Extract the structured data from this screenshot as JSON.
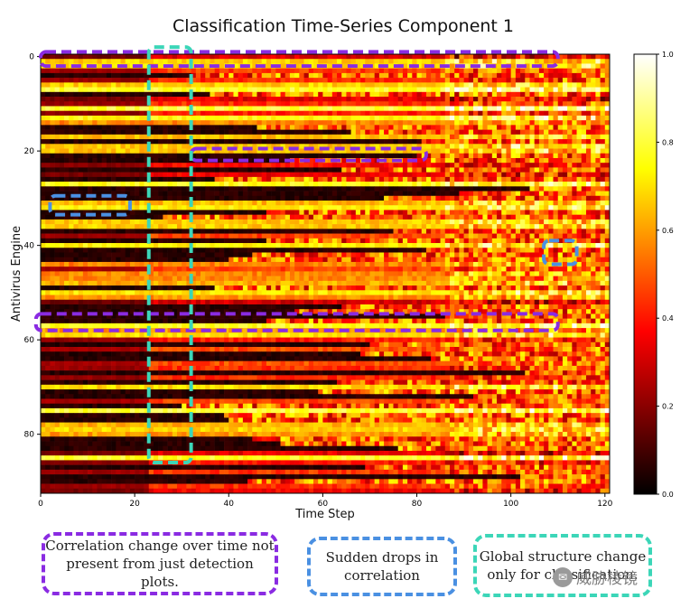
{
  "chart_data": {
    "type": "heatmap",
    "title": "Classification Time-Series Component 1",
    "xlabel": "Time Step",
    "ylabel": "Antivirus Engine",
    "x_ticks": [
      "0",
      "20",
      "40",
      "60",
      "80",
      "100",
      "120"
    ],
    "y_ticks": [
      "0",
      "20",
      "40",
      "60",
      "80"
    ],
    "xlim": [
      0,
      121
    ],
    "ylim": [
      93,
      0
    ],
    "n_rows": 93,
    "n_cols": 121,
    "colormap": "hot",
    "colorbar": {
      "range": [
        0.0,
        1.0
      ],
      "ticks": [
        "0.0",
        "0.2",
        "0.4",
        "0.6",
        "0.8",
        "1.0"
      ]
    },
    "annotations": [
      {
        "kind": "correlation-change",
        "color": "#8a2be2",
        "x_range": [
          0,
          110
        ],
        "y_range": [
          -1,
          2
        ]
      },
      {
        "kind": "correlation-change",
        "color": "#8a2be2",
        "x_range": [
          32,
          82
        ],
        "y_range": [
          19.5,
          22
        ]
      },
      {
        "kind": "correlation-change",
        "color": "#8a2be2",
        "x_range": [
          -1,
          110
        ],
        "y_range": [
          54.5,
          58
        ]
      },
      {
        "kind": "sudden-drop",
        "color": "#4a90e2",
        "x_range": [
          2,
          19
        ],
        "y_range": [
          29.5,
          33.5
        ]
      },
      {
        "kind": "sudden-drop",
        "color": "#4a90e2",
        "x_range": [
          107,
          114
        ],
        "y_range": [
          39,
          44
        ]
      },
      {
        "kind": "global-structure",
        "color": "#3cd6b8",
        "x_range": [
          23,
          32
        ],
        "y_range": [
          -2,
          86
        ]
      }
    ]
  },
  "legend": {
    "correlation_text": "Correlation change over time not present from just detection plots.",
    "drops_text": "Sudden drops in correlation",
    "global_text": "Global structure change only for classification."
  },
  "colors": {
    "purple": "#8a2be2",
    "blue": "#4a90e2",
    "teal": "#3cd6b8"
  },
  "watermark": {
    "text": "威胁棱镜",
    "icon": "wechat-icon"
  }
}
